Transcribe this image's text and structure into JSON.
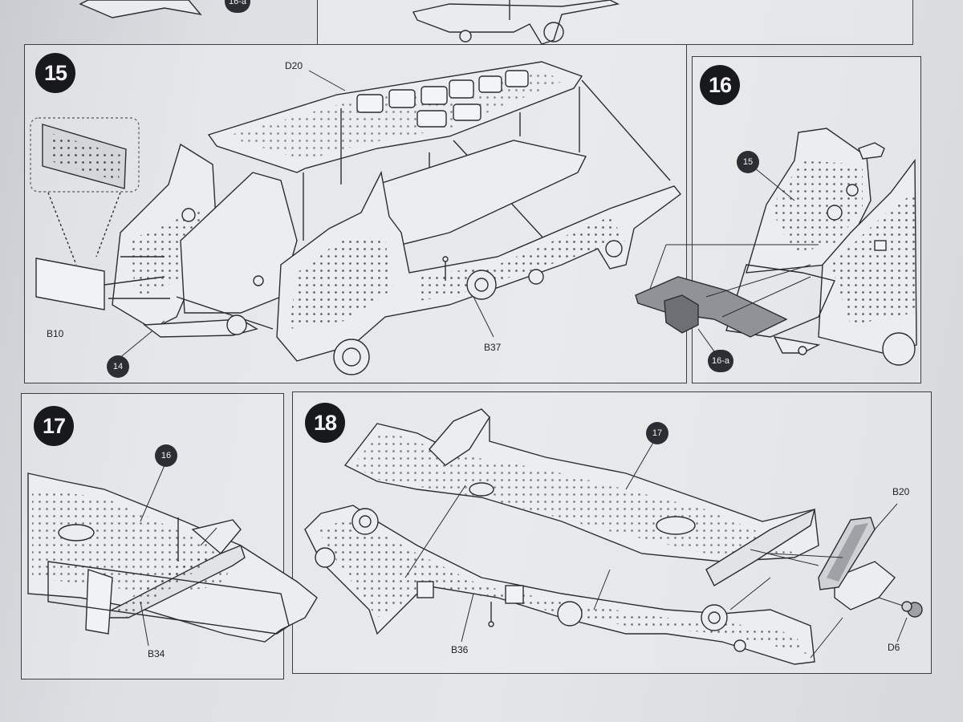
{
  "steps": {
    "s15": "15",
    "s16": "16",
    "s17": "17",
    "s18": "18"
  },
  "parts": {
    "d20": "D20",
    "b10": "B10",
    "b37": "B37",
    "b34": "B34",
    "b36": "B36",
    "b20": "B20",
    "d6": "D6"
  },
  "refs": {
    "top_16a": "16-a",
    "r14": "14",
    "r15": "15",
    "r16a": "16-a",
    "r16": "16",
    "r17": "17"
  }
}
